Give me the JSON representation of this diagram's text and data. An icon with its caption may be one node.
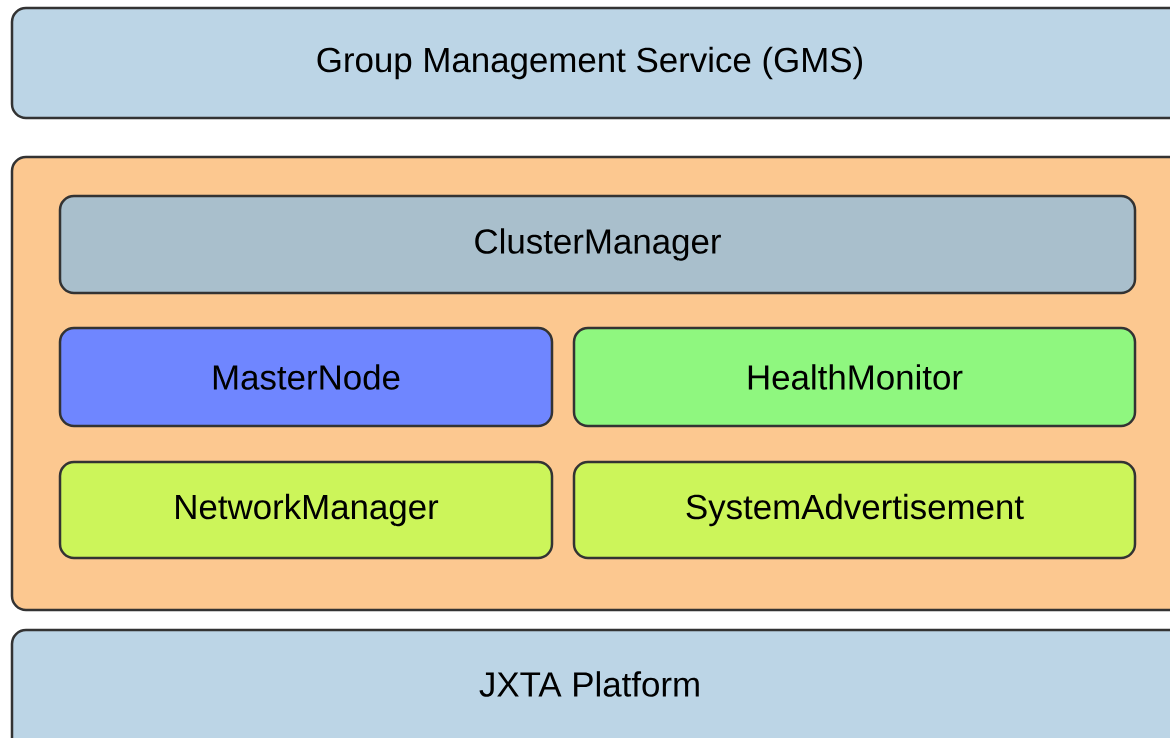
{
  "diagram": {
    "nodes": [
      {
        "text": [
          "Group Management Service (GMS)"
        ]
      },
      {
        "text": [],
        "shape": "box"
      },
      {
        "text": [
          "ClusterManager"
        ],
        "in": 1
      },
      {
        "text": [
          "MasterNode"
        ],
        "in": 1
      },
      {
        "text": [
          "HealthMonitor"
        ],
        "in": 1
      },
      {
        "text": [
          "NetworkManager"
        ],
        "in": 1
      },
      {
        "text": [
          "SystemAdvertisement"
        ],
        "in": 1
      },
      {
        "text": [
          "JXTA Platform"
        ]
      }
    ]
  }
}
